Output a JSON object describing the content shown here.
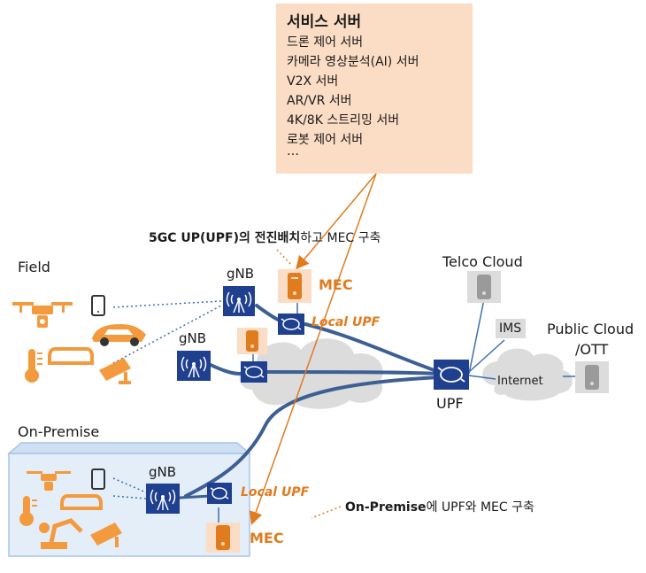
{
  "services": {
    "title": "서비스 서버",
    "items": [
      "드론 제어 서버",
      "카메라 영상분석(AI) 서버",
      "V2X 서버",
      "AR/VR 서버",
      "4K/8K 스트리밍 서버",
      "로봇 제어 서버",
      "…"
    ]
  },
  "notes": {
    "upf_deploy_bold": "5GC UP(UPF)의 전진배치",
    "upf_deploy_rest": "하고 MEC 구축",
    "onprem_bold": "On-Premise",
    "onprem_rest": "에 UPF와 MEC 구축"
  },
  "labels": {
    "field": "Field",
    "on_premise": "On-Premise",
    "gnb_top": "gNB",
    "gnb_mid": "gNB",
    "gnb_onprem": "gNB",
    "mec_top": "MEC",
    "mec_bottom": "MEC",
    "local_upf_top": "Local UPF",
    "local_upf_bottom": "Local UPF",
    "upf": "UPF",
    "telco_cloud": "Telco Cloud",
    "ims": "IMS",
    "public_cloud_line1": "Public Cloud",
    "public_cloud_line2": "/OTT",
    "internet": "Internet"
  },
  "colors": {
    "orange": "#e07b1e",
    "navy": "#1f3f8f",
    "link_blue": "#3a5a8c",
    "service_box": "#fbdcc4",
    "grey_cloud": "#dcdcdc",
    "onprem_box": "#e4eef9"
  },
  "icons": {
    "field": [
      "drone-icon",
      "smartphone-icon",
      "car-icon",
      "thermometer-icon",
      "vr-goggles-icon",
      "cctv-camera-icon"
    ],
    "onprem": [
      "drone-icon",
      "smartphone-icon",
      "thermometer-icon",
      "vr-goggles-icon",
      "robot-arm-icon",
      "cctv-camera-icon"
    ]
  }
}
